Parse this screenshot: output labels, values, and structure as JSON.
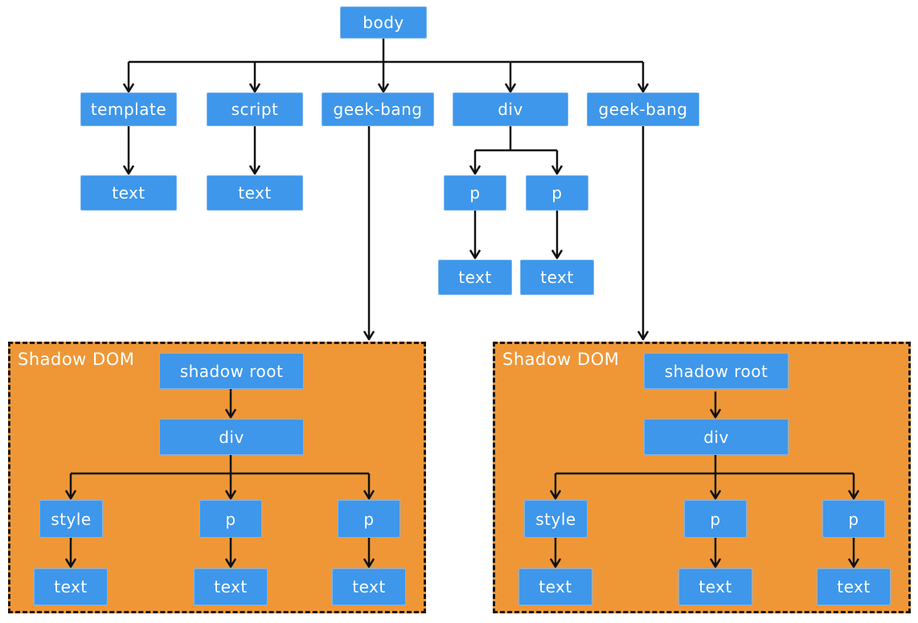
{
  "diagram_type": "dom-tree-with-shadow-dom",
  "colors": {
    "node_blue": "#3e97ea",
    "panel_orange": "#ef9737",
    "line_black": "#111111",
    "node_text_white": "#ffffff"
  },
  "tree": {
    "root": {
      "label": "body"
    },
    "children": [
      {
        "label": "template",
        "child": {
          "label": "text"
        }
      },
      {
        "label": "script",
        "child": {
          "label": "text"
        }
      },
      {
        "label": "geek-bang"
      },
      {
        "label": "div",
        "children": [
          {
            "label": "p",
            "child": {
              "label": "text"
            }
          },
          {
            "label": "p",
            "child": {
              "label": "text"
            }
          }
        ]
      },
      {
        "label": "geek-bang"
      }
    ]
  },
  "shadow_panels": [
    {
      "title": "Shadow DOM",
      "root_label": "shadow root",
      "container_label": "div",
      "children": [
        {
          "label": "style",
          "child_label": "text"
        },
        {
          "label": "p",
          "child_label": "text"
        },
        {
          "label": "p",
          "child_label": "text"
        }
      ]
    },
    {
      "title": "Shadow DOM",
      "root_label": "shadow root",
      "container_label": "div",
      "children": [
        {
          "label": "style",
          "child_label": "text"
        },
        {
          "label": "p",
          "child_label": "text"
        },
        {
          "label": "p",
          "child_label": "text"
        }
      ]
    }
  ]
}
